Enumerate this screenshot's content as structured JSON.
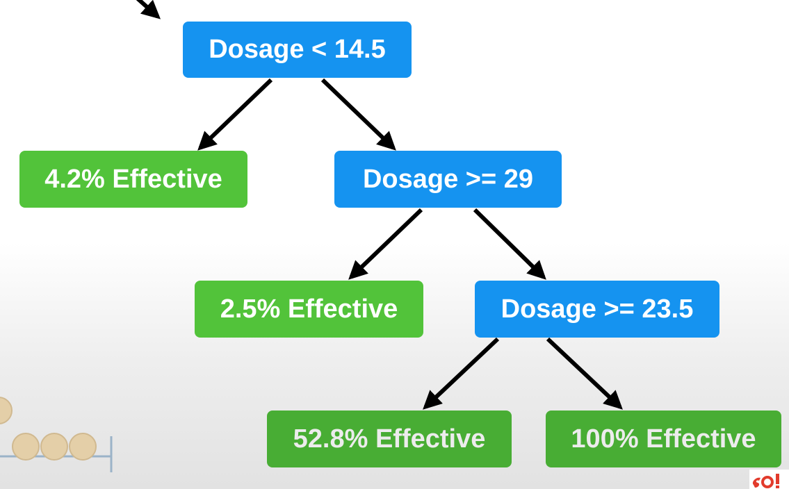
{
  "tree": {
    "root": {
      "label": "Dosage < 14.5"
    },
    "leaf_1": {
      "label": "4.2% Effective"
    },
    "node_2": {
      "label": "Dosage >= 29"
    },
    "leaf_2": {
      "label": "2.5% Effective"
    },
    "node_3": {
      "label": "Dosage >= 23.5"
    },
    "leaf_3": {
      "label": "52.8% Effective"
    },
    "leaf_4": {
      "label": "100% Effective"
    }
  },
  "colors": {
    "decision_node": "#1593f0",
    "leaf_node": "#52c33a",
    "edge": "#000000"
  }
}
